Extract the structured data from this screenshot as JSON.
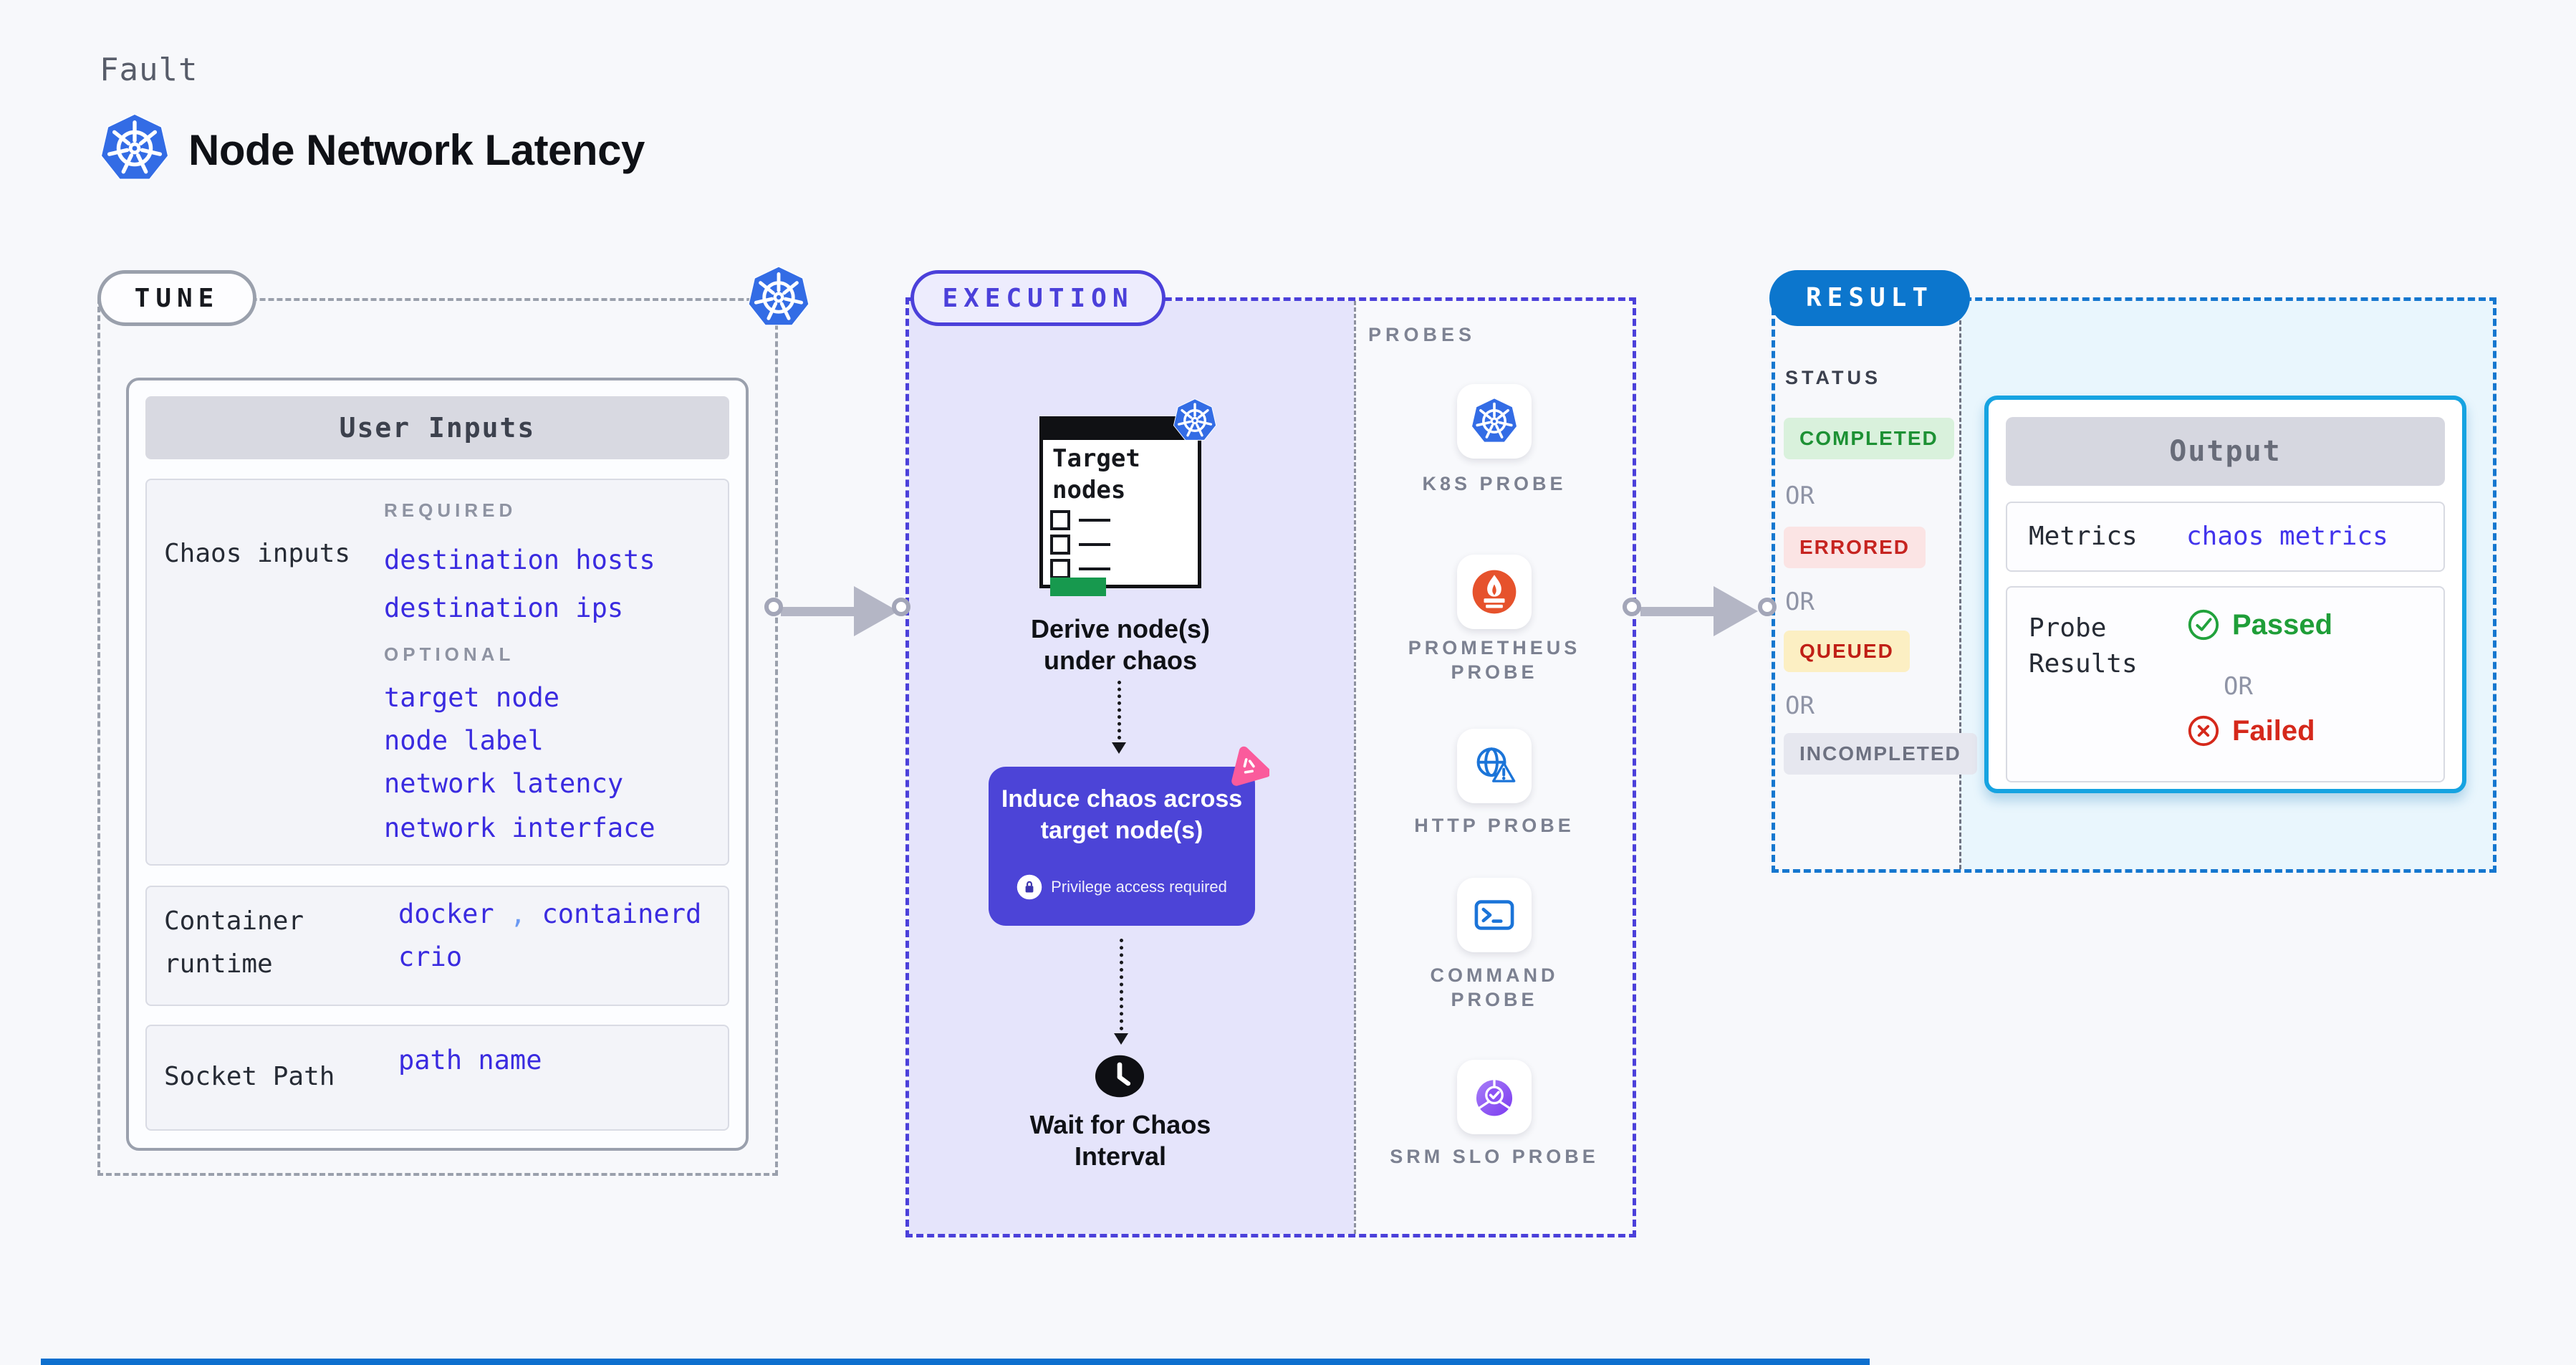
{
  "header": {
    "eyebrow": "Fault",
    "title": "Node Network Latency",
    "title_icon": "kubernetes-icon"
  },
  "tune": {
    "pill_label": "TUNE",
    "corner_icon": "kubernetes-icon",
    "user_inputs": {
      "header": "User Inputs",
      "chaos_inputs": {
        "label": "Chaos inputs",
        "required_heading": "REQUIRED",
        "required_items": [
          "destination hosts",
          "destination ips"
        ],
        "optional_heading": "OPTIONAL",
        "optional_items": [
          "target node",
          "node label",
          "network latency",
          "network interface"
        ]
      },
      "container_runtime": {
        "label": "Container runtime",
        "value1": "docker",
        "separator": ",",
        "value2": "containerd",
        "value3": "crio"
      },
      "socket_path": {
        "label": "Socket Path",
        "value": "path name"
      }
    }
  },
  "execution": {
    "pill_label": "EXECUTION",
    "target_window": {
      "line1": "Target",
      "line2": "nodes",
      "badge_icon": "kubernetes-icon"
    },
    "derive_step": {
      "line1": "Derive node(s)",
      "line2": "under chaos"
    },
    "induce_button": {
      "line1": "Induce chaos across",
      "line2": "target node(s)",
      "lock_icon": "lock-icon",
      "note": "Privilege access required",
      "badge_icon": "litmus-chaos-icon"
    },
    "wait_step": {
      "icon": "clock-icon",
      "line1": "Wait for Chaos",
      "line2": "Interval"
    }
  },
  "probes": {
    "heading": "PROBES",
    "items": [
      {
        "label": "K8S PROBE",
        "icon": "kubernetes-icon"
      },
      {
        "label": "PROMETHEUS PROBE",
        "icon": "prometheus-icon"
      },
      {
        "label": "HTTP PROBE",
        "icon": "http-globe-icon"
      },
      {
        "label": "COMMAND PROBE",
        "icon": "terminal-icon"
      },
      {
        "label": "SRM SLO PROBE",
        "icon": "slo-pie-icon"
      }
    ]
  },
  "result": {
    "pill_label": "RESULT",
    "status": {
      "heading": "STATUS",
      "or_label": "OR",
      "badges": [
        {
          "label": "COMPLETED",
          "type": "success"
        },
        {
          "label": "ERRORED",
          "type": "error"
        },
        {
          "label": "QUEUED",
          "type": "queued"
        },
        {
          "label": "INCOMPLETED",
          "type": "neutral"
        }
      ]
    },
    "output": {
      "header": "Output",
      "metrics": {
        "label": "Metrics",
        "value": "chaos metrics"
      },
      "probe_results": {
        "label": "Probe Results",
        "passed": "Passed",
        "or": "OR",
        "failed": "Failed"
      }
    }
  },
  "colors": {
    "kubernetes_blue": "#336ce5",
    "indigo": "#4b40da",
    "button_indigo": "#4c44d7",
    "lavender": "#e5e4fb",
    "value_blue": "#3a2be0",
    "result_blue": "#0c76cd",
    "cyan_border": "#16a3e1",
    "cyan_bg": "#e9f6fd",
    "success_green": "#1d9134",
    "error_red": "#c62420",
    "queued_bg": "#fcefc3",
    "passed_green": "#1f9e38",
    "failed_red": "#d5281b",
    "prometheus_orange": "#e6522c",
    "probe_icon_blue": "#1b74d8",
    "litmus_pink": "#fa5b9c",
    "green_bar": "#17994e"
  }
}
